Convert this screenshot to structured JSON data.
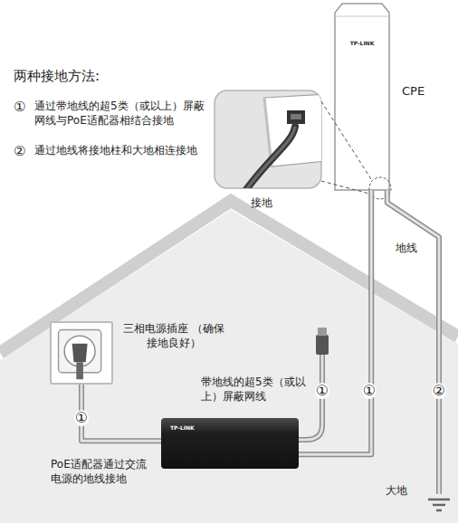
{
  "diagram": {
    "title": "两种接地方法:",
    "nodes": [
      {
        "text": [
          "CPE",
          "TP-LINK"
        ]
      },
      {
        "text": [
          "三相电源插座 （确保接地良好）"
        ]
      },
      {
        "text": [
          "TP-LINK",
          "PoE适配器通过交流电源的地线接地"
        ]
      },
      {
        "text": [
          "大地"
        ]
      }
    ],
    "edges": [
      {
        "from": 1,
        "to": 2,
        "arrow": "none"
      },
      {
        "from": 2,
        "to": 0,
        "arrow": "none"
      },
      {
        "from": 0,
        "to": 3,
        "arrow": "none"
      }
    ],
    "labels": [
      "①",
      "通过带地线的超5类（或以上）屏蔽网线与PoE适配器相结合接地",
      "②",
      "通过地线将接地柱和大地相连接地",
      "接地",
      "地线",
      "带地线的超5类（或以上）屏蔽网线",
      "①",
      "①",
      "①",
      "②"
    ]
  }
}
